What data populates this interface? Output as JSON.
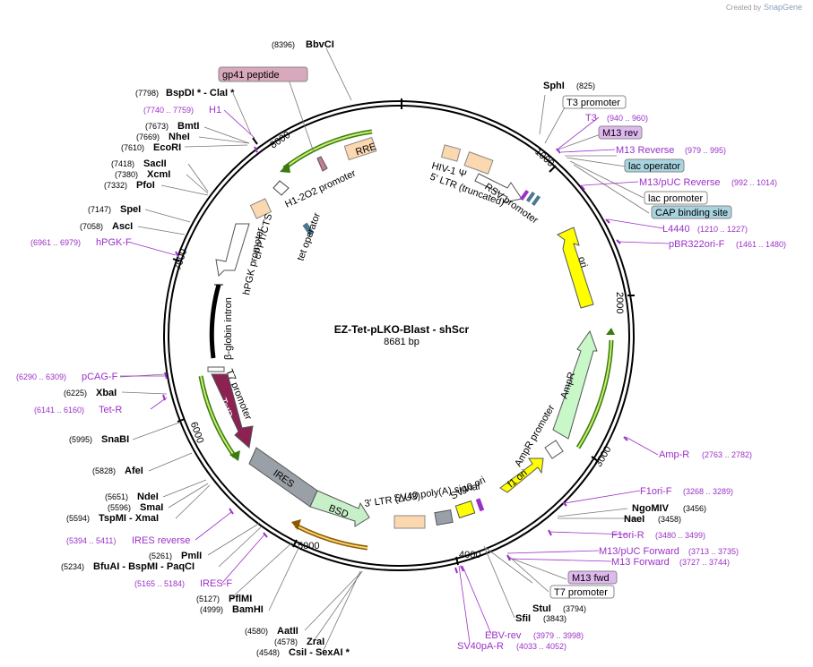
{
  "watermark": {
    "prefix": "Created by",
    "brand": "SnapGene"
  },
  "plasmid": {
    "name": "EZ-Tet-pLKO-Blast - shScr",
    "length": "8681 bp"
  },
  "ticks": {
    "t1000": "1000",
    "t2000": "2000",
    "t3000": "3000",
    "t4000": "4000",
    "t5000": "5000",
    "t6000": "6000",
    "t7000": "7000",
    "t8000": "8000"
  },
  "enzymes": {
    "bbvci": {
      "pos": "(8396)",
      "name": "BbvCI"
    },
    "bspdi": {
      "pos": "(7798)",
      "name": "BspDI * - ClaI *"
    },
    "bmti": {
      "pos": "(7673)",
      "name": "BmtI"
    },
    "nhei": {
      "pos": "(7669)",
      "name": "NheI"
    },
    "ecori": {
      "pos": "(7610)",
      "name": "EcoRI"
    },
    "sacii": {
      "pos": "(7418)",
      "name": "SacII"
    },
    "xcmi": {
      "pos": "(7380)",
      "name": "XcmI"
    },
    "pfoi": {
      "pos": "(7332)",
      "name": "PfoI"
    },
    "spei": {
      "pos": "(7147)",
      "name": "SpeI"
    },
    "asci": {
      "pos": "(7058)",
      "name": "AscI"
    },
    "xbai": {
      "pos": "(6225)",
      "name": "XbaI"
    },
    "snabi": {
      "pos": "(5995)",
      "name": "SnaBI"
    },
    "afei": {
      "pos": "(5828)",
      "name": "AfeI"
    },
    "ndei": {
      "pos": "(5651)",
      "name": "NdeI"
    },
    "smai": {
      "pos": "(5596)",
      "name": "SmaI"
    },
    "tspmi": {
      "pos": "(5594)",
      "name": "TspMI - XmaI"
    },
    "pmli": {
      "pos": "(5261)",
      "name": "PmlI"
    },
    "bfuai": {
      "pos": "(5234)",
      "name": "BfuAI - BspMI - PaqCI"
    },
    "pflmi": {
      "pos": "(5127)",
      "name": "PflMI"
    },
    "bamhi": {
      "pos": "(4999)",
      "name": "BamHI"
    },
    "aatii": {
      "pos": "(4580)",
      "name": "AatII"
    },
    "zrai": {
      "pos": "(4578)",
      "name": "ZraI"
    },
    "csii": {
      "pos": "(4548)",
      "name": "CsiI - SexAI *"
    },
    "sphi": {
      "name": "SphI",
      "pos": "(825)"
    },
    "ngomiv": {
      "name": "NgoMIV",
      "pos": "(3456)"
    },
    "naei": {
      "name": "NaeI",
      "pos": "(3458)"
    },
    "stui": {
      "name": "StuI",
      "pos": "(3794)"
    },
    "sfii": {
      "name": "SfiI",
      "pos": "(3843)"
    }
  },
  "primers": {
    "h1": {
      "range": "(7740 .. 7759)",
      "name": "H1"
    },
    "hpgkf": {
      "range": "(6961 .. 6979)",
      "name": "hPGK-F"
    },
    "pcagf": {
      "range": "(6290 .. 6309)",
      "name": "pCAG-F"
    },
    "tetr": {
      "range": "(6141 .. 6160)",
      "name": "Tet-R"
    },
    "iresrev": {
      "range": "(5394 .. 5411)",
      "name": "IRES reverse"
    },
    "iresf": {
      "range": "(5165 .. 5184)",
      "name": "IRES-F"
    },
    "t3": {
      "name": "T3",
      "range": "(940 .. 960)"
    },
    "m13reverse": {
      "name": "M13 Reverse",
      "range": "(979 .. 995)"
    },
    "m13puc_rev": {
      "name": "M13/pUC Reverse",
      "range": "(992 .. 1014)"
    },
    "l4440": {
      "name": "L4440",
      "range": "(1210 .. 1227)"
    },
    "pbr322": {
      "name": "pBR322ori-F",
      "range": "(1461 .. 1480)"
    },
    "ampr": {
      "name": "Amp-R",
      "range": "(2763 .. 2782)"
    },
    "f1orif": {
      "name": "F1ori-F",
      "range": "(3268 .. 3289)"
    },
    "f1orir": {
      "name": "F1ori-R",
      "range": "(3480 .. 3499)"
    },
    "m13puc_fwd": {
      "name": "M13/pUC Forward",
      "range": "(3713 .. 3735)"
    },
    "m13fwd": {
      "name": "M13 Forward",
      "range": "(3727 .. 3744)"
    },
    "ebvrev": {
      "name": "EBV-rev",
      "range": "(3979 .. 3998)"
    },
    "sv40par": {
      "name": "SV40pA-R",
      "range": "(4033 .. 4052)"
    }
  },
  "boxed": {
    "gp41": "gp41 peptide",
    "t3prom": "T3 promoter",
    "m13rev": "M13 rev",
    "lacop": "lac operator",
    "lacprom": "lac promoter",
    "cap": "CAP binding site",
    "m13fwd": "M13 fwd",
    "t7prom": "T7 promoter"
  },
  "features": {
    "rre": "RRE",
    "h1_2o2": "H1-2O2 promoter",
    "tetop": "tet operator",
    "cppt": "cPPT/CTS",
    "hpgk": "hPGK promoter",
    "bglobin": "β-globin intron",
    "t7": "T7 promoter",
    "tetR": "TetR",
    "ires": "IRES",
    "bsd": "BSD",
    "ltr3": "3' LTR (ΔU3)",
    "sv40pa": "SV40 poly(A) signal",
    "sv40ori": "SV40 ori",
    "f1ori": "f1 ori",
    "amprprom": "AmpR promoter",
    "ampr": "AmpR",
    "ori": "ori",
    "rsv": "RSV promoter",
    "hiv": "HIV-1 Ψ",
    "ltr5": "5' LTR (truncated)"
  },
  "colors": {
    "primer": "#9b30c8",
    "gp41": "#d8a8bc",
    "m13": "#e0b8f0",
    "lac": "#a8d4e0",
    "tetR": "#8b2252",
    "bsd": "#c8f0c8",
    "ires": "#9aa0a8",
    "ori": "#ffff00",
    "ampr": "#c8f8c8",
    "ltr": "#fcd8b0",
    "backbone": "#000000"
  }
}
